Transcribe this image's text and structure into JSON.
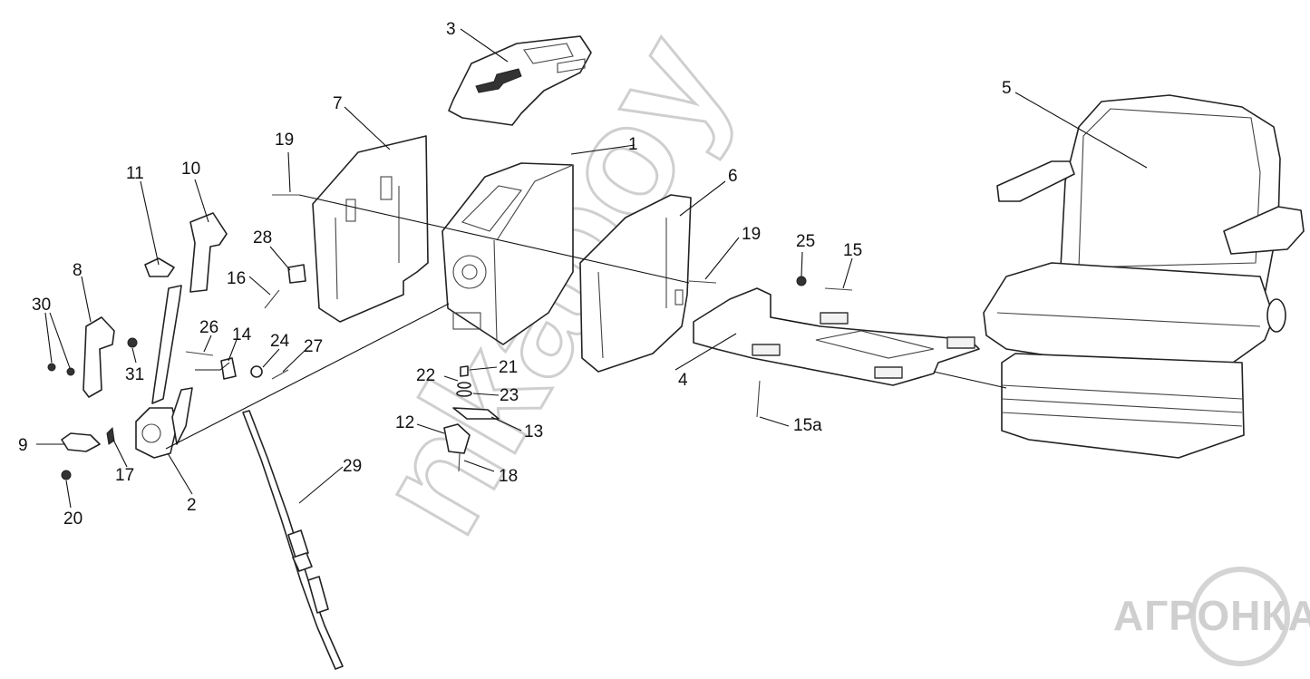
{
  "diagram": {
    "callouts": [
      {
        "id": "c1",
        "label": "1"
      },
      {
        "id": "c2",
        "label": "2"
      },
      {
        "id": "c3",
        "label": "3"
      },
      {
        "id": "c4",
        "label": "4"
      },
      {
        "id": "c5",
        "label": "5"
      },
      {
        "id": "c6",
        "label": "6"
      },
      {
        "id": "c7",
        "label": "7"
      },
      {
        "id": "c8",
        "label": "8"
      },
      {
        "id": "c9",
        "label": "9"
      },
      {
        "id": "c10",
        "label": "10"
      },
      {
        "id": "c11",
        "label": "11"
      },
      {
        "id": "c12",
        "label": "12"
      },
      {
        "id": "c13",
        "label": "13"
      },
      {
        "id": "c14",
        "label": "14"
      },
      {
        "id": "c15",
        "label": "15"
      },
      {
        "id": "c15a",
        "label": "15а"
      },
      {
        "id": "c16",
        "label": "16"
      },
      {
        "id": "c17",
        "label": "17"
      },
      {
        "id": "c18",
        "label": "18"
      },
      {
        "id": "c19a",
        "label": "19"
      },
      {
        "id": "c19b",
        "label": "19"
      },
      {
        "id": "c20",
        "label": "20"
      },
      {
        "id": "c21",
        "label": "21"
      },
      {
        "id": "c22",
        "label": "22"
      },
      {
        "id": "c23",
        "label": "23"
      },
      {
        "id": "c24",
        "label": "24"
      },
      {
        "id": "c25",
        "label": "25"
      },
      {
        "id": "c26",
        "label": "26"
      },
      {
        "id": "c27",
        "label": "27"
      },
      {
        "id": "c28",
        "label": "28"
      },
      {
        "id": "c29",
        "label": "29"
      },
      {
        "id": "c30",
        "label": "30"
      },
      {
        "id": "c31",
        "label": "31"
      }
    ],
    "watermark": "nkaboy",
    "logo": "АГРОНКА"
  }
}
